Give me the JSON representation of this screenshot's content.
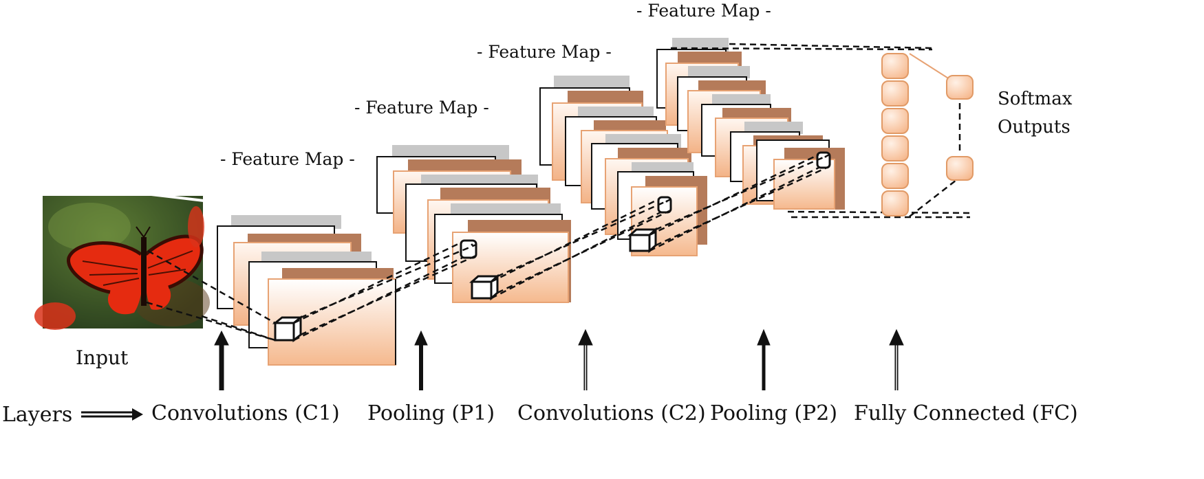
{
  "feature_map_labels": [
    "- Feature Map -",
    "- Feature Map -",
    "- Feature Map -",
    "- Feature Map -"
  ],
  "input_label": "Input",
  "softmax_label": [
    "Softmax",
    "Outputs"
  ],
  "layers_label": "Layers",
  "stage_labels": [
    "Convolutions (C1)",
    "Pooling (P1)",
    "Convolutions (C2)",
    "Pooling (P2)",
    "Fully Connected (FC)"
  ],
  "fc_neuron_count": 6,
  "softmax_neuron_count": 2,
  "colors": {
    "map_fill_top": "#ffffff",
    "map_fill_bottom": "#f5b98e",
    "map_edge": "#e7a273",
    "shadow_brown": "#b57b5a",
    "shadow_gray": "#bdbdbd",
    "neuron_fill": "#fbd2b2",
    "neuron_edge": "#e19a66"
  }
}
